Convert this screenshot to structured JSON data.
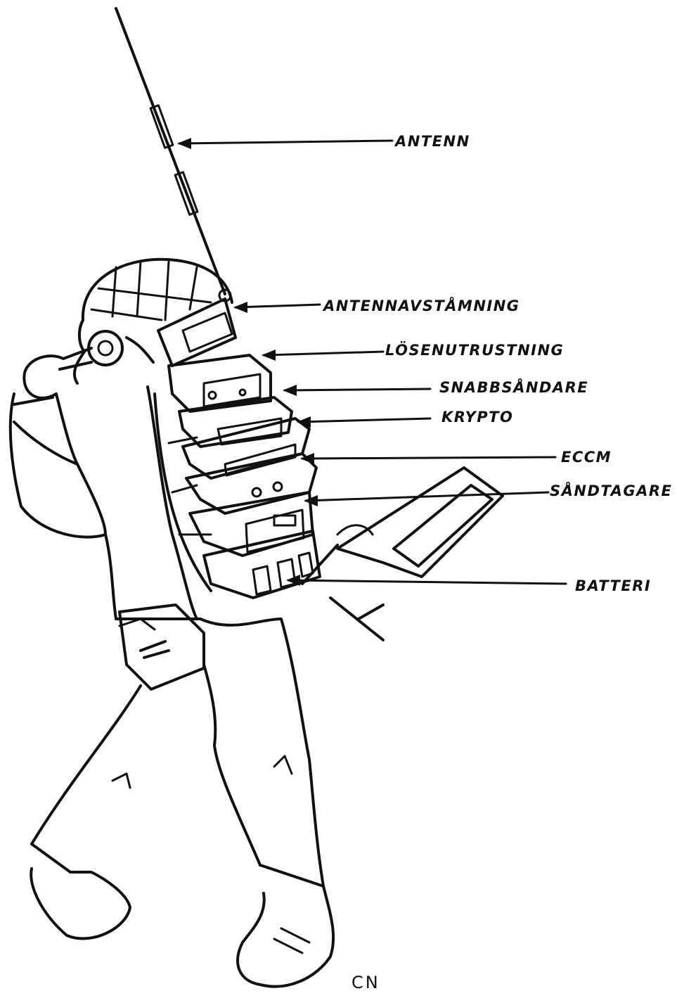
{
  "labels": {
    "antenn": "ANTENN",
    "antennavstamning": "ANTENNAVSTÅMNING",
    "losenutrustning": "LÖSENUTRUSTNING",
    "snabbsandare": "SNABBSÅNDARE",
    "krypto": "KRYPTO",
    "eccm": "ECCM",
    "sandtagare": "SÅNDTAGARE",
    "batteri": "BATTERI"
  },
  "signature": "CN"
}
